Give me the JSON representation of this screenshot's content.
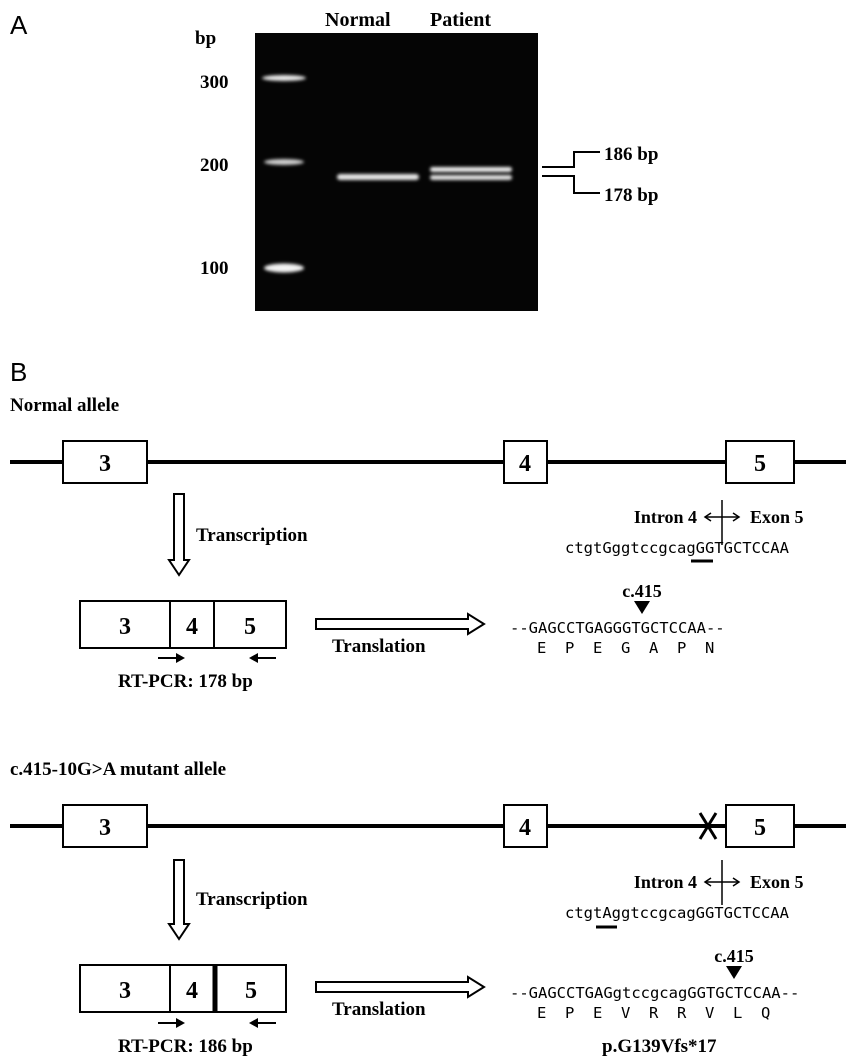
{
  "panel_a": {
    "label": "A",
    "unit_label": "bp",
    "ladder_labels": [
      "300",
      "200",
      "100"
    ],
    "lane_labels": [
      "Normal",
      "Patient"
    ],
    "band_labels": [
      "186 bp",
      "178 bp"
    ]
  },
  "panel_b": {
    "label": "B",
    "normal": {
      "title": "Normal allele",
      "exons": [
        "3",
        "4",
        "5"
      ],
      "transcription": "Transcription",
      "translation": "Translation",
      "intron_label": "Intron 4",
      "exon_label": "Exon 5",
      "seq_intron_boundary": "ctgtGggtccgcagGGTGCTCCAA",
      "mrna_exons": [
        "3",
        "4",
        "5"
      ],
      "rtpcr": "RT-PCR: 178 bp",
      "position": "c.415",
      "cdna": "--GAGCCTGAGGGTGCTCCAA--",
      "protein": "E  P  E  G  A  P  N"
    },
    "mutant": {
      "title": "c.415-10G>A mutant allele",
      "exons": [
        "3",
        "4",
        "5"
      ],
      "transcription": "Transcription",
      "translation": "Translation",
      "intron_label": "Intron 4",
      "exon_label": "Exon 5",
      "seq_intron_boundary": "ctgtAggtccgcagGGTGCTCCAA",
      "mrna_exons": [
        "3",
        "4",
        "5"
      ],
      "rtpcr": "RT-PCR: 186 bp",
      "position": "c.415",
      "cdna": "--GAGCCTGAGgtccgcagGGTGCTCCAA--",
      "protein": "E  P  E  V  R  R  V  L  Q",
      "protein_change": "p.G139Vfs*17"
    }
  }
}
